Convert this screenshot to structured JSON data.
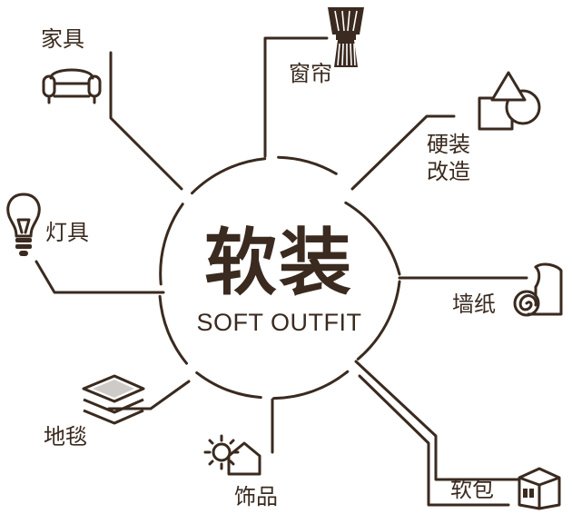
{
  "center": {
    "title_cn": "软装",
    "title_en": "SOFT OUTFIT"
  },
  "colors": {
    "line": "#3a2a1f",
    "text": "#3a2a1f",
    "background": "#ffffff"
  },
  "nodes": [
    {
      "id": "furniture",
      "label": "家具",
      "icon": "sofa-icon"
    },
    {
      "id": "curtain",
      "label": "窗帘",
      "icon": "curtain-icon"
    },
    {
      "id": "hard-renovation",
      "label_line1": "硬装",
      "label_line2": "改造",
      "icon": "shapes-icon"
    },
    {
      "id": "lamps",
      "label": "灯具",
      "icon": "lightbulb-icon"
    },
    {
      "id": "wallpaper",
      "label": "墙纸",
      "icon": "wallpaper-roll-icon"
    },
    {
      "id": "carpet",
      "label": "地毯",
      "icon": "carpet-stack-icon"
    },
    {
      "id": "decor",
      "label": "饰品",
      "icon": "sun-house-icon"
    },
    {
      "id": "soft-package",
      "label": "软包",
      "icon": "box-icon"
    }
  ]
}
